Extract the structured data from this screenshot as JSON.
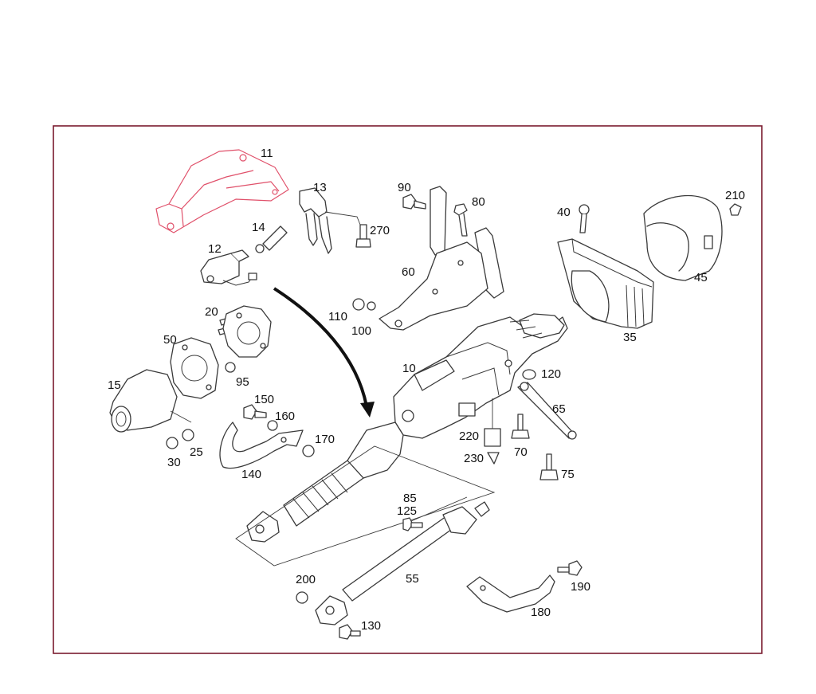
{
  "callouts": {
    "c11": "11",
    "c13": "13",
    "c14": "14",
    "c12": "12",
    "c270": "270",
    "c90": "90",
    "c80": "80",
    "c60": "60",
    "c40": "40",
    "c210": "210",
    "c45": "45",
    "c35": "35",
    "c20": "20",
    "c50": "50",
    "c95": "95",
    "c15": "15",
    "c30": "30",
    "c25": "25",
    "c110": "110",
    "c100": "100",
    "c10": "10",
    "c120": "120",
    "c65": "65",
    "c150": "150",
    "c160": "160",
    "c170": "170",
    "c140": "140",
    "c220": "220",
    "c230": "230",
    "c70": "70",
    "c75": "75",
    "c85": "85",
    "c125": "125",
    "c55": "55",
    "c200": "200",
    "c190": "190",
    "c180": "180",
    "c130": "130"
  },
  "colors": {
    "frame": "#7a1a2e",
    "highlight_part": "#e0506a",
    "line_art": "#3a3a3a"
  }
}
